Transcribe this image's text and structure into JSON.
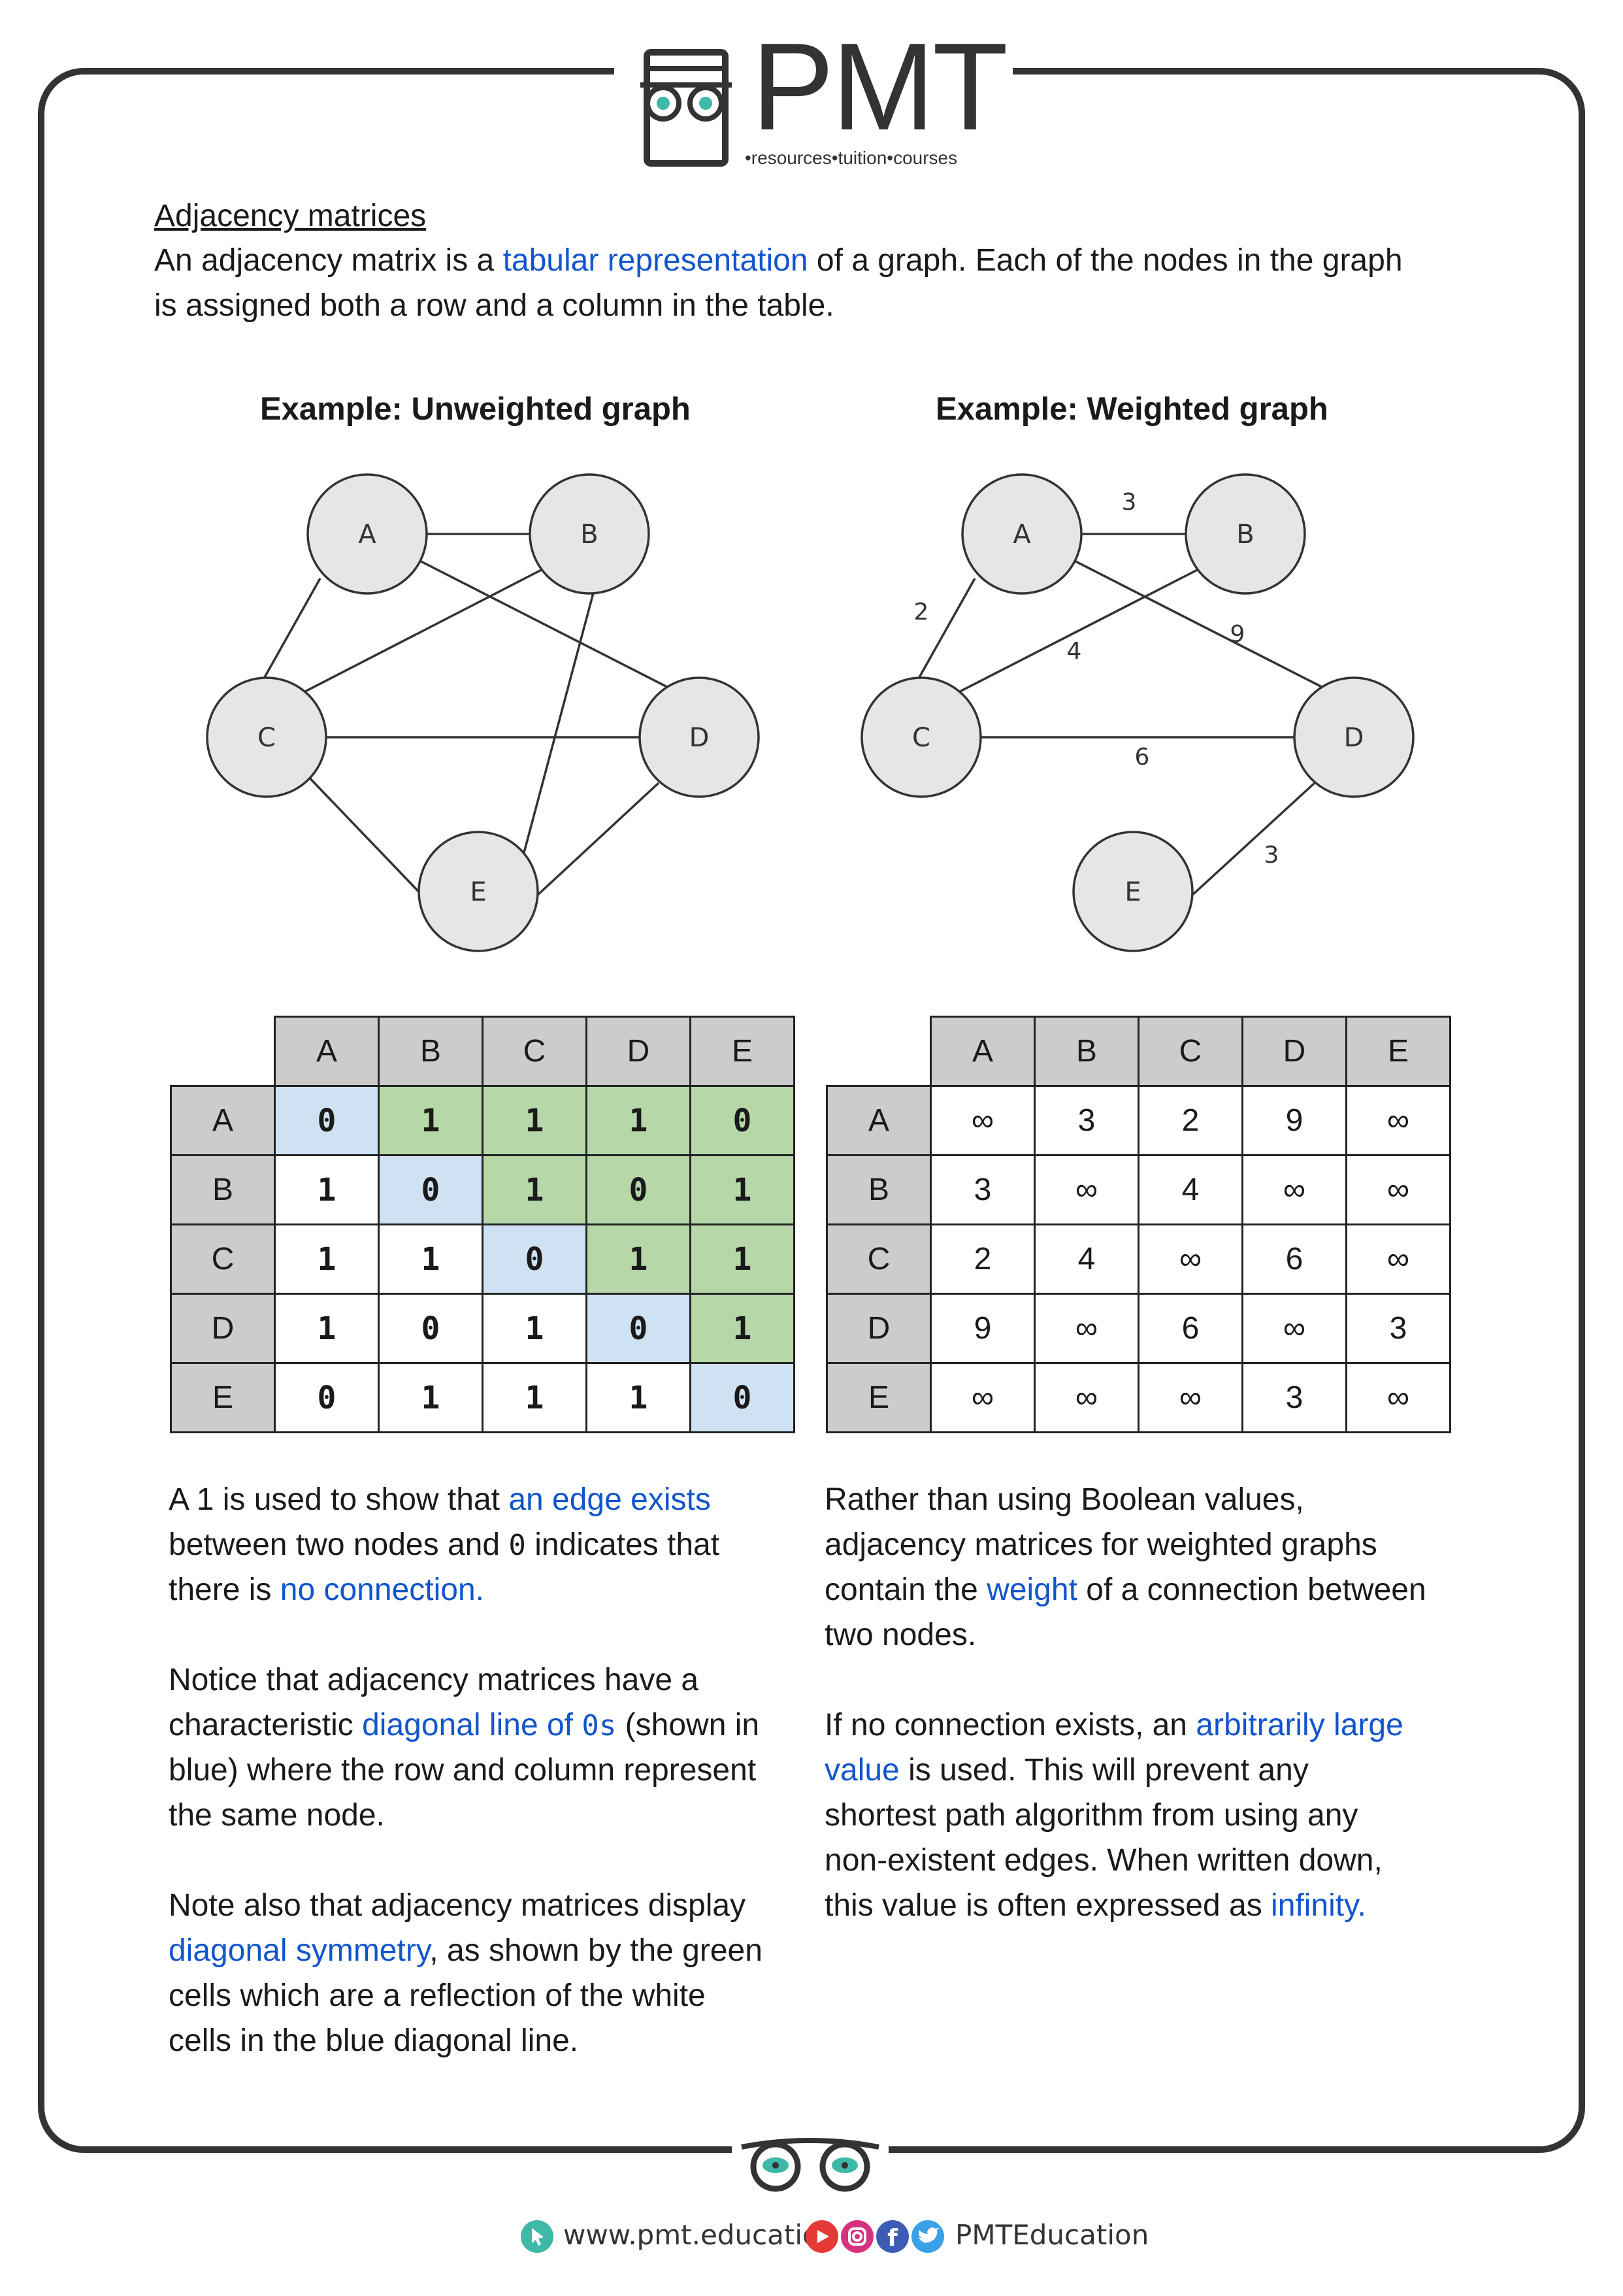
{
  "logo": {
    "title": "PMT",
    "tagline": "•resources•tuition•courses"
  },
  "section": {
    "heading": "Adjacency matrices",
    "intro_pre": "An adjacency matrix is a ",
    "intro_hl": "tabular representation",
    "intro_post": " of a graph. Each of the nodes in the graph",
    "intro_line2": "is assigned both a row and a column in the table."
  },
  "unweighted": {
    "caption": "Example: Unweighted graph",
    "nodes": [
      "A",
      "B",
      "C",
      "D",
      "E"
    ],
    "edges": [
      [
        "A",
        "B"
      ],
      [
        "A",
        "C"
      ],
      [
        "A",
        "D"
      ],
      [
        "B",
        "C"
      ],
      [
        "B",
        "E"
      ],
      [
        "C",
        "D"
      ],
      [
        "C",
        "E"
      ],
      [
        "D",
        "E"
      ]
    ],
    "columns": [
      "A",
      "B",
      "C",
      "D",
      "E"
    ],
    "rows": [
      {
        "label": "A",
        "cells": [
          "0",
          "1",
          "1",
          "1",
          "0"
        ]
      },
      {
        "label": "B",
        "cells": [
          "1",
          "0",
          "1",
          "0",
          "1"
        ]
      },
      {
        "label": "C",
        "cells": [
          "1",
          "1",
          "0",
          "1",
          "1"
        ]
      },
      {
        "label": "D",
        "cells": [
          "1",
          "0",
          "1",
          "0",
          "1"
        ]
      },
      {
        "label": "E",
        "cells": [
          "0",
          "1",
          "1",
          "1",
          "0"
        ]
      }
    ]
  },
  "weighted": {
    "caption": "Example: Weighted graph",
    "nodes": [
      "A",
      "B",
      "C",
      "D",
      "E"
    ],
    "edge_weights": [
      "3",
      "2",
      "9",
      "4",
      "6",
      "3"
    ],
    "columns": [
      "A",
      "B",
      "C",
      "D",
      "E"
    ],
    "rows": [
      {
        "label": "A",
        "cells": [
          "∞",
          "3",
          "2",
          "9",
          "∞"
        ]
      },
      {
        "label": "B",
        "cells": [
          "3",
          "∞",
          "4",
          "∞",
          "∞"
        ]
      },
      {
        "label": "C",
        "cells": [
          "2",
          "4",
          "∞",
          "6",
          "∞"
        ]
      },
      {
        "label": "D",
        "cells": [
          "9",
          "∞",
          "6",
          "∞",
          "3"
        ]
      },
      {
        "label": "E",
        "cells": [
          "∞",
          "∞",
          "∞",
          "3",
          "∞"
        ]
      }
    ]
  },
  "left_text": {
    "p1_a": "A 1 is used to show that ",
    "p1_hl1": "an edge exists",
    "p1_b": "between two nodes and ",
    "p1_code": "0",
    "p1_c": " indicates that",
    "p1_d": "there is ",
    "p1_hl2": "no connection",
    "p1_e": ".",
    "p2_a": "Notice that adjacency matrices have a",
    "p2_b": "characteristic ",
    "p2_hl": "diagonal line of ",
    "p2_code": "0s",
    "p2_c": " (shown in",
    "p2_d": "blue) where the row and column represent",
    "p2_e": "the same node.",
    "p3_a": "Note also that adjacency matrices display",
    "p3_hl": "diagonal symmetry",
    "p3_b": ", as shown by the green",
    "p3_c": "cells which are a reflection of the white",
    "p3_d": "cells in the blue diagonal line."
  },
  "right_text": {
    "p1_a": "Rather than using Boolean values,",
    "p1_b": "adjacency matrices for weighted graphs",
    "p1_c": "contain the ",
    "p1_hl": "weight",
    "p1_d": " of a connection between",
    "p1_e": "two nodes.",
    "p2_a": "If no connection exists, an ",
    "p2_hl1": "arbitrarily large",
    "p2_hl2": "value",
    "p2_b": " is used. This will prevent any",
    "p2_c": "shortest path algorithm from using any",
    "p2_d": "non-existent edges. When written down,",
    "p2_e": "this value is often expressed as ",
    "p2_hl3": "infinity",
    "p2_f": "."
  },
  "footer": {
    "website": "www.pmt.education",
    "social": "PMTEducation"
  },
  "colors": {
    "highlight": "#1155cc",
    "diag_blue": "#cfe2f3",
    "sym_green": "#b6d7a8",
    "header_grey": "#cccccc"
  }
}
